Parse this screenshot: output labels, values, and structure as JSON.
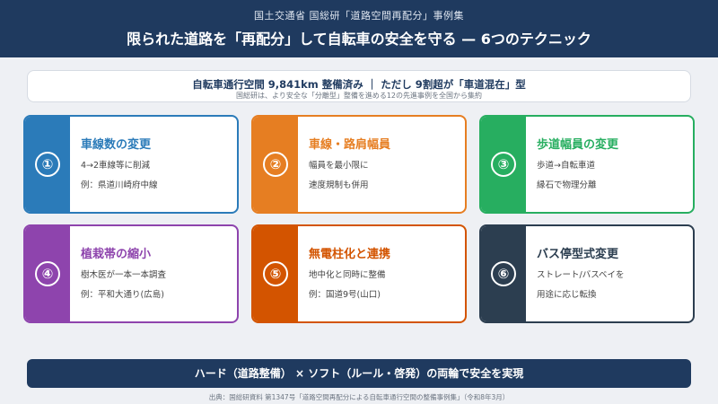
{
  "header": {
    "subtitle": "国土交通省 国総研「道路空間再配分」事例集",
    "title": "限られた道路を「再配分」して自転車の安全を守る — 6つのテクニック"
  },
  "summary": {
    "main": "自転車通行空間 9,841km 整備済み ｜ ただし 9割超が「車道混在」型",
    "sub": "国総研は、より安全な「分離型」整備を進める12の先進事例を全国から集約"
  },
  "cards": [
    {
      "num": "①",
      "title": "車線数の変更",
      "line1": "4→2車線等に削減",
      "line2": "例：県道川崎府中線",
      "color": "#2b7bb9"
    },
    {
      "num": "②",
      "title": "車線・路肩幅員",
      "line1": "幅員を最小限に",
      "line2": "速度規制も併用",
      "color": "#e67e22"
    },
    {
      "num": "③",
      "title": "歩道幅員の変更",
      "line1": "歩道→自転車道",
      "line2": "縁石で物理分離",
      "color": "#27ae60"
    },
    {
      "num": "④",
      "title": "植栽帯の縮小",
      "line1": "樹木医が一本一本調査",
      "line2": "例：平和大通り(広島)",
      "color": "#8e44ad"
    },
    {
      "num": "⑤",
      "title": "無電柱化と連携",
      "line1": "地中化と同時に整備",
      "line2": "例：国道9号(山口)",
      "color": "#d35400"
    },
    {
      "num": "⑥",
      "title": "バス停型式変更",
      "line1": "ストレート/バスベイを",
      "line2": "用途に応じ転換",
      "color": "#2c3e50"
    }
  ],
  "footer": {
    "banner": "ハード（道路整備） × ソフト（ルール・啓発）の両輪で安全を実現",
    "source": "出典：国総研資料 第1347号「道路空間再配分による自転車通行空間の整備事例集」（令和8年3月）"
  }
}
